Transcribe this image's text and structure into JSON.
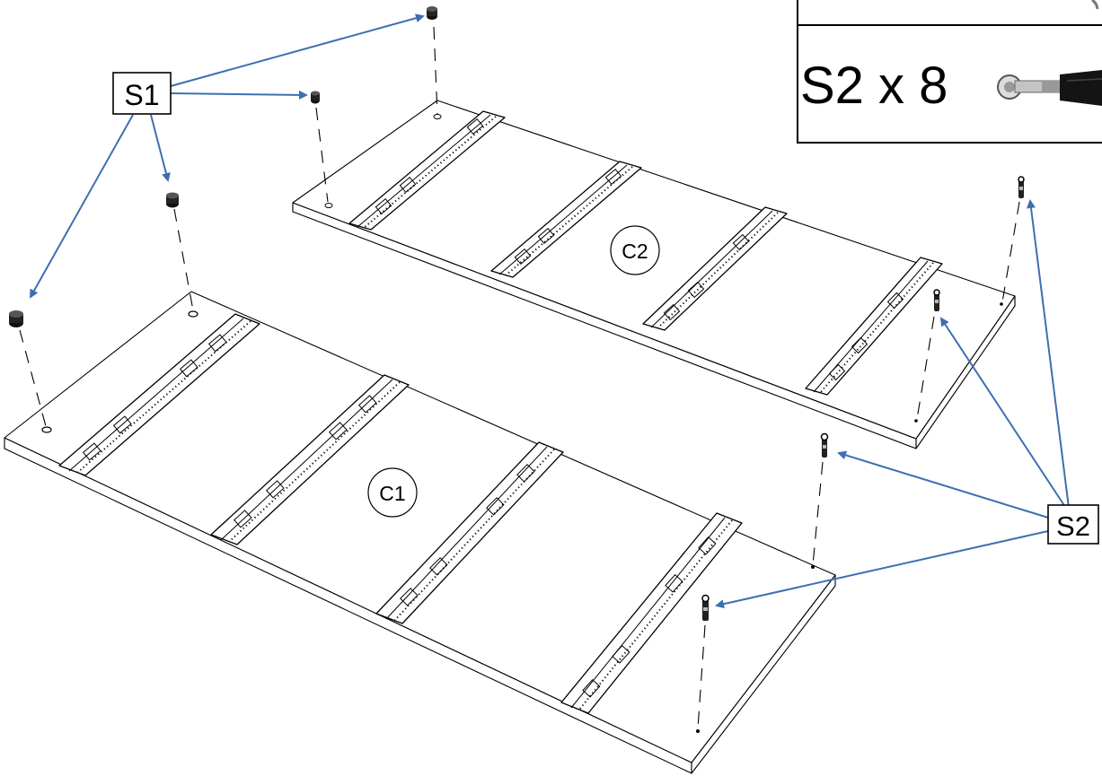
{
  "legend": {
    "text": "S2 x 8"
  },
  "parts": {
    "c1": "C1",
    "c2": "C2",
    "s1": "S1",
    "s2": "S2"
  },
  "colors": {
    "arrow": "#3d6fb0",
    "line": "#000000",
    "background": "#ffffff"
  },
  "icons": {
    "s1": "cam-lock-nut-icon",
    "s2": "cam-dowel-bolt-icon"
  }
}
